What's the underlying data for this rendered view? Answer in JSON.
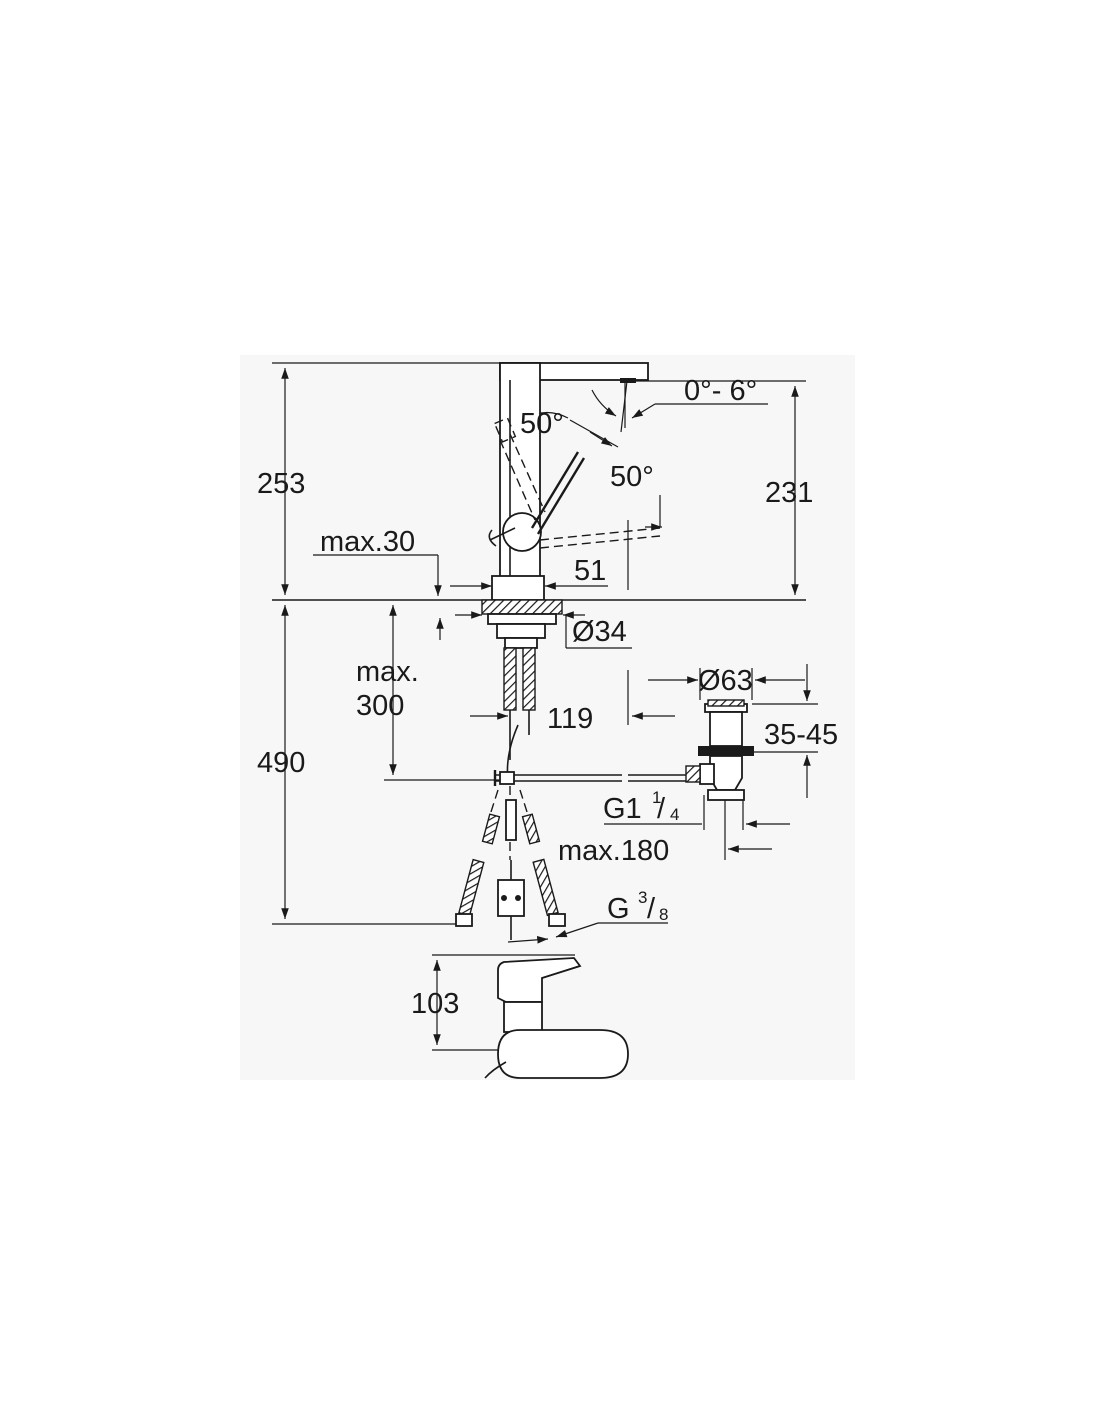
{
  "drawing": {
    "colors": {
      "line": "#1a1a1a",
      "background": "#ffffff",
      "panel": "#f7f7f7"
    },
    "labels": {
      "overall_height": "253",
      "spout_height": "231",
      "spout_tilt": "0°- 6°",
      "lever_angle_back": "50°",
      "lever_angle_front": "50°",
      "max_deck_thickness": "max.30",
      "base_width": "51",
      "base_diameter": "Ø34",
      "max_hose_drop": "max.",
      "max_hose_drop_value": "300",
      "below_deck": "490",
      "hose_offset": "119",
      "waste_diameter": "Ø63",
      "waste_range": "35-45",
      "waste_thread": "G1",
      "waste_thread_num": "1",
      "waste_thread_den": "4",
      "waste_reach": "max.180",
      "hose_thread": "G",
      "hose_thread_num": "3",
      "hose_thread_den": "8",
      "side_height": "103"
    }
  }
}
